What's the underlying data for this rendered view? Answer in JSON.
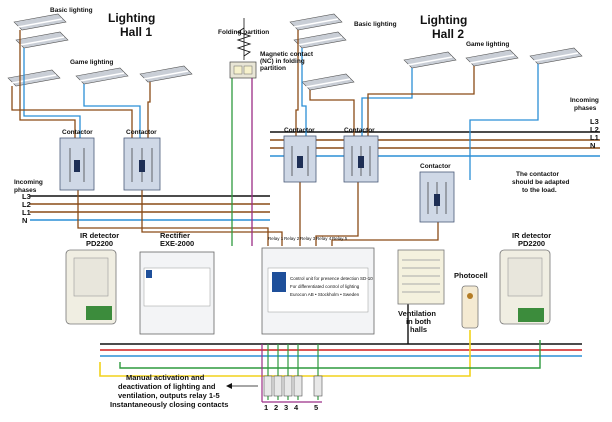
{
  "hall1": {
    "title_line1": "Lighting",
    "title_line2": "Hall 1",
    "basic_label": "Basic lighting",
    "game_label": "Game lighting",
    "contactor_a": "Contactor",
    "contactor_b": "Contactor",
    "incoming_label_1": "Incoming",
    "incoming_label_2": "phases",
    "phases": [
      "L3",
      "L2",
      "L1",
      "N"
    ]
  },
  "hall2": {
    "title_line1": "Lighting",
    "title_line2": "Hall 2",
    "basic_label": "Basic lighting",
    "game_label": "Game lighting",
    "contactor_a": "Contactor",
    "contactor_b": "Contactor",
    "contactor_c": "Contactor",
    "incoming_label_1": "Incoming",
    "incoming_label_2": "phases",
    "phases": [
      "L3",
      "L2",
      "L1",
      "N"
    ]
  },
  "partition": {
    "folding_label": "Folding partition",
    "magnetic_line1": "Magnetic contact",
    "magnetic_line2": "(NC) in folding",
    "magnetic_line3": "partition"
  },
  "detector_left": {
    "line1": "IR detector",
    "line2": "PD2200"
  },
  "detector_right": {
    "line1": "IR detector",
    "line2": "PD2200"
  },
  "rectifier": {
    "line1": "Rectifier",
    "line2": "EXE-2000"
  },
  "control_unit": {
    "relay_labels": [
      "Relay 1",
      "Relay 2",
      "Relay 3",
      "Relay 4",
      "Relay 5"
    ],
    "text_line1": "Control unit for presence detection SD-10",
    "text_line2": "For differentiated control of lighting",
    "text_line3": "Eurocon AB • Stockholm • Sweden"
  },
  "ventilation": {
    "line1": "Ventilation",
    "line2": "in both",
    "line3": "halls"
  },
  "photocell": {
    "label": "Photocell"
  },
  "contactor_note": {
    "line1": "The contactor",
    "line2": "should be adapted",
    "line3": "to the load."
  },
  "manual_note": {
    "line1": "Manual activation and",
    "line2": "deactivation of lighting and",
    "line3": "ventilation, outputs relay 1-5",
    "line4": "Instantaneously closing contacts"
  },
  "switch_numbers": [
    "1",
    "2",
    "3",
    "4",
    "5"
  ],
  "colors": {
    "wire_red": "#d11f1f",
    "wire_blue": "#2b8fd6",
    "wire_brown": "#8a4b16",
    "wire_black": "#111111",
    "wire_purple": "#9b2d86",
    "wire_green": "#2e9a3e",
    "wire_yellow": "#f2d21b",
    "box_fill": "#cfd8e6"
  }
}
